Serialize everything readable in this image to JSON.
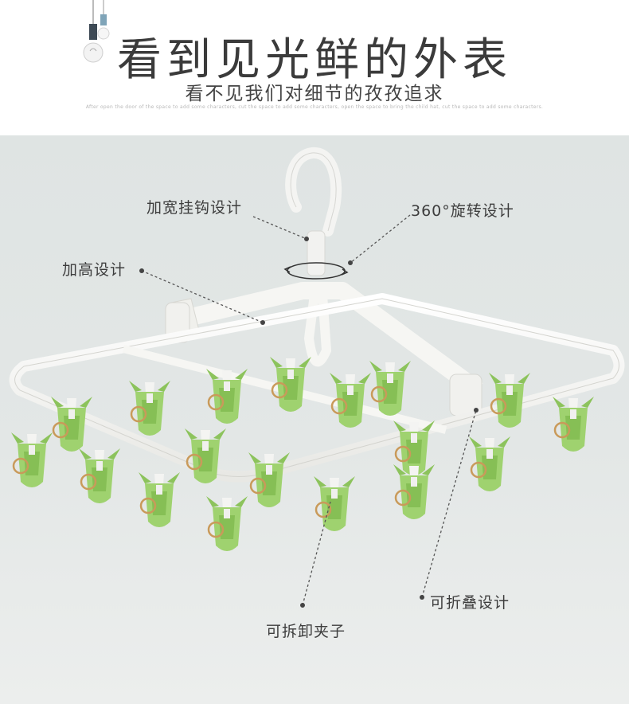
{
  "header": {
    "title": "看到见光鲜的外表",
    "subtitle": "看不见我们对细节的孜孜追求",
    "fine_print": "After open the door of the space to add some characters, cut the space to add some characters, open the space to bring the child hat, cut the space to add some characters."
  },
  "callouts": [
    {
      "id": "wide-hook",
      "text": "加宽挂钩设计"
    },
    {
      "id": "rotation",
      "text": "360°旋转设计"
    },
    {
      "id": "raised",
      "text": "加高设计"
    },
    {
      "id": "foldable",
      "text": "可折叠设计"
    },
    {
      "id": "detachable",
      "text": "可拆卸夹子"
    }
  ],
  "colors": {
    "background": "#e1e6e5",
    "hanger_frame": "#f7f7f5",
    "clip_green": "#9fd26f",
    "clip_green_dark": "#7fb553",
    "ring": "#c99a5a",
    "leader_line": "#555555"
  }
}
